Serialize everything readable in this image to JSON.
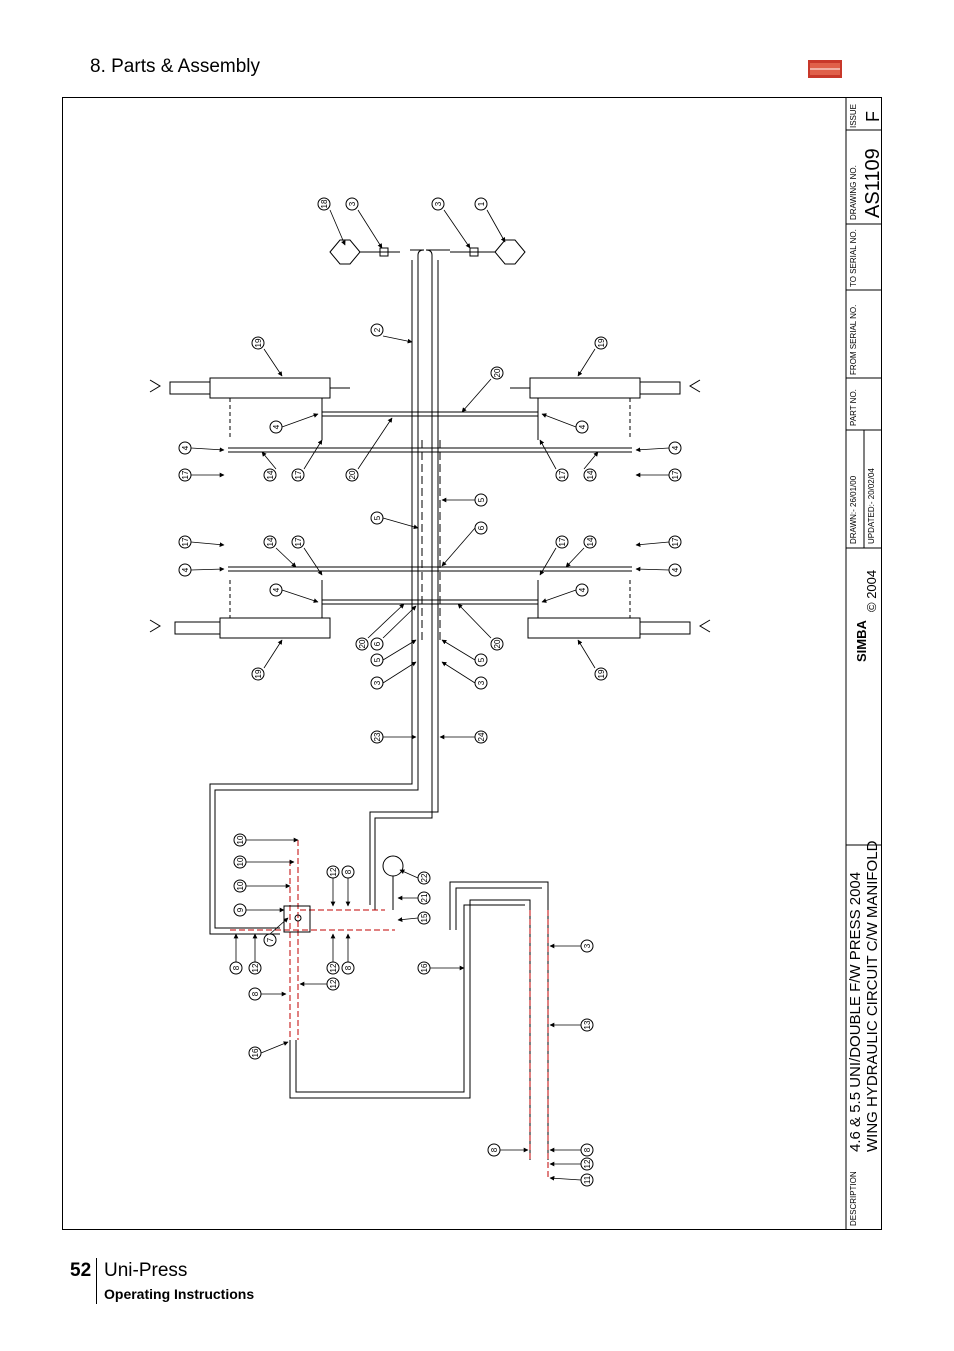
{
  "header": {
    "section_title": "8. Parts & Assembly"
  },
  "title_block": {
    "issue_label": "ISSUE",
    "issue_value": "F",
    "drawing_no_label": "DRAWING NO.",
    "drawing_no_value": "AS1109",
    "to_serial_label": "TO SERIAL NO.",
    "from_serial_label": "FROM SERIAL NO.",
    "part_no_label": "PART NO.",
    "drawn_label": "DRAWN:-  26/01/00",
    "updated_label": "UPDATED:-  20/02/04",
    "copyright": "© 2004",
    "brand": "SIMBA",
    "description_label": "DESCRIPTION",
    "description_line1": "4.6 & 5.5 UNI/DOUBLE F/W PRESS 2004",
    "description_line2": "WING HYDRAULIC CIRCUIT C/W MANIFOLD"
  },
  "callouts": {
    "c18": "18",
    "c3": "3",
    "c1": "1",
    "c2": "2",
    "c19": "19",
    "c20": "20",
    "c4": "4",
    "c14": "14",
    "c17": "17",
    "c5": "5",
    "c6": "6",
    "c23": "23",
    "c24": "24",
    "c10": "10",
    "c9": "9",
    "c8": "8",
    "c12": "12",
    "c7": "7",
    "c16": "16",
    "c22": "22",
    "c21": "21",
    "c15": "15",
    "c13": "13",
    "c11": "11"
  },
  "footer": {
    "page_number": "52",
    "product": "Uni-Press",
    "subtitle": "Operating Instructions"
  }
}
